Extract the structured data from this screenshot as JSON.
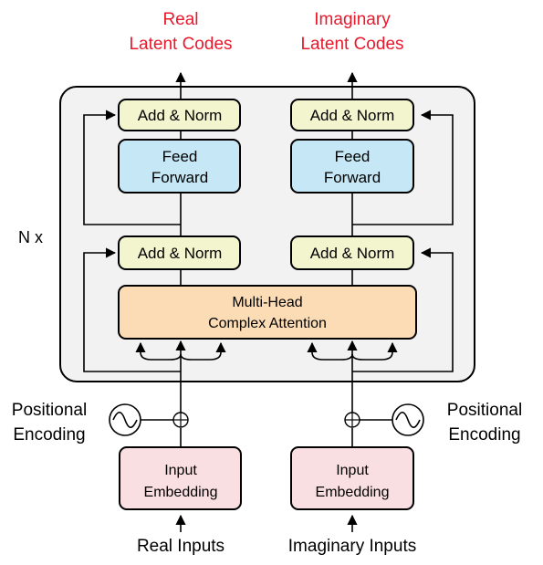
{
  "outputs": {
    "real": [
      "Real",
      "Latent Codes"
    ],
    "imaginary": [
      "Imaginary",
      "Latent Codes"
    ]
  },
  "repeat_label": "N x",
  "blocks": {
    "add_norm": "Add & Norm",
    "feed_forward": [
      "Feed",
      "Forward"
    ],
    "attention": [
      "Multi-Head",
      "Complex Attention"
    ],
    "input_embedding": [
      "Input",
      "Embedding"
    ]
  },
  "positional_encoding": [
    "Positional",
    "Encoding"
  ],
  "inputs": {
    "real": "Real Inputs",
    "imaginary": "Imaginary Inputs"
  },
  "colors": {
    "output_text": "#e8192c",
    "add_norm_fill": "#f3f5cf",
    "feed_forward_fill": "#c6e8f6",
    "attention_fill": "#fcdcb5",
    "embedding_fill": "#f9dfe1",
    "encoder_bg": "#f2f2f2"
  }
}
